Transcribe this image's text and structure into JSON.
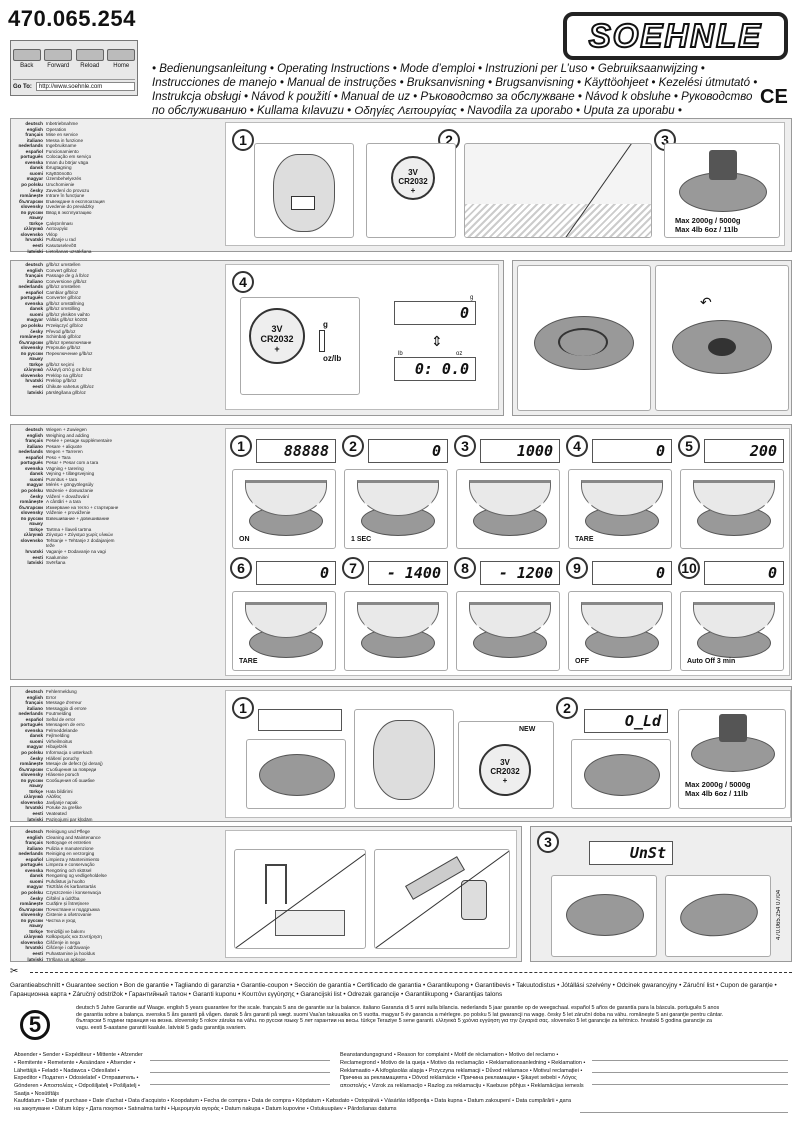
{
  "header": {
    "doc_number": "470.065.254",
    "brand": "SOEHNLE",
    "languages": "• Bedienungsanleitung • Operating Instructions • Mode d’emploi • Instruzioni per L’uso • Gebruiksaanwijzing • Instrucciones de manejo • Manual de instruções • Bruksanvisning • Brugsanvisning • Käyttöohjeet • Kezelési útmutató • Instrukcja obsługi • Návod k použití • Manual de uz • Ръководство за обслужване • Návod k obsluhe • Руководство по обслуживанию • Kullama kılavuzu • Οδηγίες Λειτουργίας • Navodila za uporabo • Uputa za uporabu • Kasutusjuhend • Lietošanas instrukcija",
    "ce_mark": "CE"
  },
  "browser": {
    "buttons": [
      "Back",
      "Forward",
      "Reload",
      "Home"
    ],
    "goto_label": "Go To:",
    "url": "http://www.soehnle.com"
  },
  "sections": [
    {
      "id": "operation",
      "labels": [
        [
          "deutsch",
          "Inbetriebnahme"
        ],
        [
          "english",
          "Operation"
        ],
        [
          "français",
          "Mise en service"
        ],
        [
          "italiano",
          "Messa in funzione"
        ],
        [
          "nederlands",
          "Ingebruikname"
        ],
        [
          "español",
          "Funcionamiento"
        ],
        [
          "português",
          "Colocação em serviço"
        ],
        [
          "svenska",
          "Innan du börjar väga"
        ],
        [
          "dansk",
          "Ibrugtagning"
        ],
        [
          "suomi",
          "Käyttöönotto"
        ],
        [
          "magyar",
          "Üzembehelyezés"
        ],
        [
          "po polsku",
          "Uruchomienie"
        ],
        [
          "česky",
          "Zavedení do provozu"
        ],
        [
          "românește",
          "Intrare în funcțiune"
        ],
        [
          "български",
          "Въвеждане в експлоатация"
        ],
        [
          "slovensky",
          "Uvedenie do prevádzky"
        ],
        [
          "по русски языку",
          "Ввод в эксплуатацию"
        ],
        [
          "türkçe",
          "Çalıştırılması"
        ],
        [
          "ελληνικά",
          "Λειτουργία"
        ],
        [
          "slovensko",
          "Vklop"
        ],
        [
          "hrvatski",
          "Puštanje u rad"
        ],
        [
          "eesti",
          "Kasutuselevõtt"
        ],
        [
          "latviski",
          "Lietošanas uzsākšana"
        ]
      ]
    },
    {
      "id": "convert",
      "labels": [
        [
          "deutsch",
          "g/lb/oz umstellen"
        ],
        [
          "english",
          "Convert g/lb/oz"
        ],
        [
          "français",
          "Passage de g à lb/oz"
        ],
        [
          "italiano",
          "Conversione g/lb/oz"
        ],
        [
          "nederlands",
          "g/lb/oz omstellen"
        ],
        [
          "español",
          "Cambiar g/lb/oz"
        ],
        [
          "português",
          "Converter g/lb/oz"
        ],
        [
          "svenska",
          "g/lb/oz omställning"
        ],
        [
          "dansk",
          "g/lb/oz omstilling"
        ],
        [
          "suomi",
          "g/lb/oz yksikön vaihto"
        ],
        [
          "magyar",
          "Váltás g/lb/oz között"
        ],
        [
          "po polsku",
          "Przełączyć g/lb/oz"
        ],
        [
          "česky",
          "Převod g/lb/oz"
        ],
        [
          "românește",
          "Schimbați g/lb/oz"
        ],
        [
          "български",
          "g/lb/oz превключване"
        ],
        [
          "slovensky",
          "Prepnutie g/lb/oz"
        ],
        [
          "по русски языку",
          "Переключение g/lb/oz"
        ],
        [
          "türkçe",
          "g/lb/oz seçimi"
        ],
        [
          "ελληνικά",
          "Αλλαγή από g σε lb/oz"
        ],
        [
          "slovensko",
          "Preklop na g/lb/oz"
        ],
        [
          "hrvatski",
          "Preklop g/lb/oz"
        ],
        [
          "eesti",
          "Ühikute vahetus g/lb/oz"
        ],
        [
          "latviski",
          "pārslēgšana g/lb/oz"
        ]
      ]
    },
    {
      "id": "weighing",
      "labels": [
        [
          "deutsch",
          "Wiegen + Zuwiegen"
        ],
        [
          "english",
          "Weighing and adding"
        ],
        [
          "français",
          "Pesée + pesage supplémentaire"
        ],
        [
          "italiano",
          "Pesare + aliquote"
        ],
        [
          "nederlands",
          "Wegen + Tarreren"
        ],
        [
          "español",
          "Peso + Tara"
        ],
        [
          "português",
          "Pesar + Pesar com a tara"
        ],
        [
          "svenska",
          "Vägning + tarering"
        ],
        [
          "dansk",
          "Vejning + tillægsvejning"
        ],
        [
          "suomi",
          "Punnitus + tara"
        ],
        [
          "magyar",
          "Mérés + göngyölegsúly"
        ],
        [
          "po polsku",
          "Ważenie + dosważanie"
        ],
        [
          "česky",
          "Vážení + dovažování"
        ],
        [
          "românește",
          "A cântări + a tara"
        ],
        [
          "български",
          "Измерване на тегло + стартиране"
        ],
        [
          "slovensky",
          "Váženie + prováženie"
        ],
        [
          "по русски языку",
          "Взвешивание + довешивание"
        ],
        [
          "türkçe",
          "Tartma + İlaveli tartma"
        ],
        [
          "ελληνικά",
          "Ζύγισμα + Ζύγισμα χωρίς υλικών"
        ],
        [
          "slovensko",
          "Tehtanje + Tehtanje z dodajanjem teže"
        ],
        [
          "hrvatski",
          "Vaganje + Dodavanje na vagi"
        ],
        [
          "eesti",
          "Kaalumine"
        ],
        [
          "latviski",
          "Svēršana"
        ]
      ]
    },
    {
      "id": "error",
      "labels": [
        [
          "deutsch",
          "Fehlermeldung"
        ],
        [
          "english",
          "Error"
        ],
        [
          "français",
          "Message d'erreur"
        ],
        [
          "italiano",
          "Messaggio di errore"
        ],
        [
          "nederlands",
          "Foutmelding"
        ],
        [
          "español",
          "Señal de error"
        ],
        [
          "português",
          "Mensagem de erro"
        ],
        [
          "svenska",
          "Felmeddelande"
        ],
        [
          "dansk",
          "Fejlmelding"
        ],
        [
          "suomi",
          "Virheilmoitus"
        ],
        [
          "magyar",
          "Hibajelzék"
        ],
        [
          "po polsku",
          "Informacja o usterkach"
        ],
        [
          "česky",
          "Hlášení poruchy"
        ],
        [
          "românește",
          "Mesaje de defect (și deranj)"
        ],
        [
          "български",
          "Съобщения за повреди"
        ],
        [
          "slovensky",
          "Hlásenie poruch"
        ],
        [
          "по русски языку",
          "Сообщения об ошибке"
        ],
        [
          "türkçe",
          "Hata bildirimi"
        ],
        [
          "ελληνικά",
          "Αλάθος"
        ],
        [
          "slovensko",
          "Javljanje napak"
        ],
        [
          "hrvatski",
          "Poruke za greške"
        ],
        [
          "eesti",
          "Veateated"
        ],
        [
          "latviski",
          "Paziņojumi par kļūdām"
        ]
      ]
    },
    {
      "id": "cleaning",
      "labels": [
        [
          "deutsch",
          "Reinigung und Pflege"
        ],
        [
          "english",
          "Cleaning and Maintenance"
        ],
        [
          "français",
          "Nettoyage et entretien"
        ],
        [
          "italiano",
          "Pulizia e manutenzione"
        ],
        [
          "nederlands",
          "Reiniging en verzorging"
        ],
        [
          "español",
          "Limpieza y Mantenimiento"
        ],
        [
          "português",
          "Limpeza e conservação"
        ],
        [
          "svenska",
          "Rengöring och skötsel"
        ],
        [
          "dansk",
          "Rengøring og vedligeholdelse"
        ],
        [
          "suomi",
          "Puhdistus ja huolto"
        ],
        [
          "magyar",
          "Tisztítás és karbantartás"
        ],
        [
          "po polsku",
          "Czyszczenie i konserwacja"
        ],
        [
          "česky",
          "Čištění a údržba"
        ],
        [
          "românește",
          "Curățire și întreținere"
        ],
        [
          "български",
          "Почистване и поддръжка"
        ],
        [
          "slovensky",
          "Čistenie a ošetrovanie"
        ],
        [
          "по русски языку",
          "Чистка и уход"
        ],
        [
          "türkçe",
          "Temizliği ve bakımı"
        ],
        [
          "ελληνικά",
          "Καθαρισμός και Συντήρηση"
        ],
        [
          "slovensko",
          "Čiščenje in nega"
        ],
        [
          "hrvatski",
          "Čišćenje i održavanje"
        ],
        [
          "eesti",
          "Puhastamine ja hooldus"
        ],
        [
          "latviski",
          "Tīrīšana un apkope"
        ]
      ]
    }
  ],
  "op_steps": {
    "s1": "1",
    "s2": "2",
    "s3": "3",
    "battery": "3V",
    "battery_model": "CR2032",
    "battery_plus": "+",
    "max1": "Max 2000g / 5000g",
    "max2": "Max 4lb 6oz / 11lb"
  },
  "convert_steps": {
    "s4": "4",
    "battery": "3V",
    "battery_model": "CR2032",
    "battery_plus": "+",
    "unit_g": "g",
    "unit_lb": "lb",
    "unit_oz": "oz",
    "d1": "0",
    "d2": "0: 0.0",
    "disp_unit_g": "g",
    "disp_unit_lb": "lb",
    "disp_unit_oz": "oz"
  },
  "weigh_steps": [
    {
      "n": "1",
      "d": "88888",
      "note": "ON"
    },
    {
      "n": "2",
      "d": "0",
      "note": "1 SEC"
    },
    {
      "n": "3",
      "d": "1000",
      "note": ""
    },
    {
      "n": "4",
      "d": "0",
      "note": "TARE"
    },
    {
      "n": "5",
      "d": "200",
      "note": ""
    },
    {
      "n": "6",
      "d": "0",
      "note": "TARE"
    },
    {
      "n": "7",
      "d": "- 1400",
      "note": ""
    },
    {
      "n": "8",
      "d": "- 1200",
      "note": ""
    },
    {
      "n": "9",
      "d": "0",
      "note": "OFF"
    },
    {
      "n": "10",
      "d": "0",
      "note": "Auto Off 3 min"
    }
  ],
  "error_steps": {
    "s1": "1",
    "s2": "2",
    "s3": "3",
    "battery": "3V",
    "battery_model": "CR2032",
    "battery_plus": "+",
    "new": "NEW",
    "d2": "O_Ld",
    "d3": "UnSt",
    "max1": "Max 2000g / 5000g",
    "max2": "Max 4lb 6oz / 11lb",
    "side_code": "470.065.254   07/04"
  },
  "footer": {
    "guarantee_title": "Garantieabschnitt • Guarantee section • Bon de garantie • Tagliando di garanzia • Garantie-coupon • Sección de garantía • Certificado de garantia • Garantikupong • Garantibevis • Takuutodistus • Jótállási szelvény • Odcinek gwarancyjny • Záruční list • Cupon de garanție • Гаранционна карта • Záručný odstrižok • Гарантийный талон • Garanti kuponu • Κουπόνι εγγύησης • Garancijski list • Odrezak garancije • Garantiikupong • Garantijas talons",
    "five": "5",
    "guarantee_text": "deutsch 5 Jahre Garantie auf Waage. english 5 years guarantee for the scale. français 5 ans de garantie sur la balance. italiano Garanzia di 5 anni sulla bilancia. nederlands 5 jaar garantie op de weegschaal. español 5 años de garantía para la báscula. português 5 anos de garantia sobre a balança. svenska 5 års garanti på vågen. dansk 5 års garanti på vægt. suomi Vaa'an takuuaika on 5 vuotta. magyar 5 év garancia a mérlegre. po polsku 5 lat gwarancji na wagę. česky 5 let záruční doba na váhu. românește 5 ani garanție pentru cântar. български 5 години гаранция на везна. slovensky 5 rokov záruka na váhu. по русски языку 5 лет гарантии на весы. türkçe Teraziye 5 sene garanti. ελληνικά 5 χρόνια εγγύηση για την ζυγαριά σας. slovensko 5 let garancije za tehtnico. hrvatski 5 godina garancije za vagu. eesti 5-aastane garantii kaalule. latviski 5 gadu garantija svariem.",
    "sender": "Absender • Sender • Expéditeur • Mittente • Afzender • Remitente • Remetente • Avsändare • Afsender • Lähettäjä • Feladó • Nadawca • Odesílatel • Expeditor • Подател • Odosielateľ • Отправитель • Gönderen • Αποστολέας • Odpošiljatelj • Pošiljatelj • Saatja • Nosūtītājs",
    "complaint": "Beanstandungsgrund • Reason for complaint • Motif de réclamation • Motivo del reclamo • Reclamegrond • Motivo de la queja • Motivo da reclamação • Reklamationsanledning • Reklamation • Reklamaatio • A kifogásolás alapja • Przyczyna reklamacji • Důvod reklamace • Motivul reclamației • Причина за рекламацията • Dôvod reklamácie • Причина рекламации • Şikayet sebebi • Λόγος αποστολής • Vzrok za reklamacijo • Razlog za reklamaciju • Kaebuse põhjus • Reklamācijas iemesls",
    "purchase": "Kaufdatum • Date of purchase • Date d'achat • Data d'acquisto • Koopdatum • Fecha de compra • Data de compra • Köpdatum • Købsdato • Ostopäivä • Vásárlás időpontja • Data kupna • Datum zakoupení • Data cumpărării • дата на закупуване • Dátum kúpy • Дата покупки • Satınalma tarihi • Ημερομηνία αγοράς • Datum nakupa • Datum kupovine • Ostukuupäev • Pārdošanas datums"
  }
}
